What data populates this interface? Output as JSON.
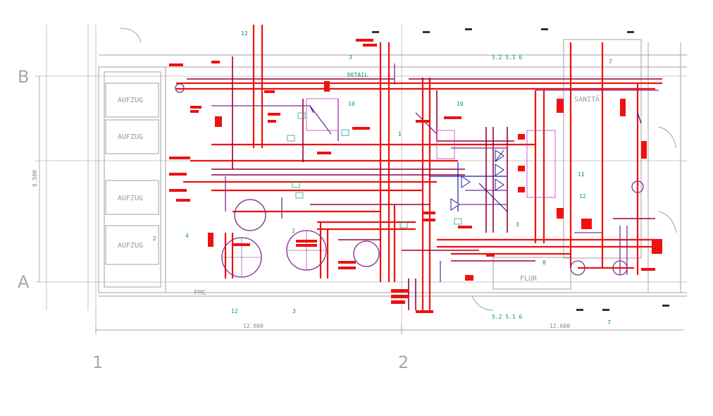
{
  "drawing": {
    "axes": {
      "row_b": "B",
      "row_a": "A",
      "col_1": "1",
      "col_2": "2"
    },
    "dimensions": {
      "span_left": "12.600",
      "span_right": "12.600",
      "vertical": "8.500"
    },
    "rooms": {
      "elevator_1": "AUFZUG",
      "elevator_2": "AUFZUG",
      "elevator_3": "AUFZUG",
      "elevator_4": "AUFZUG",
      "detail": "DETAIL",
      "sanitary": "SANITÄ",
      "corridor": "FLUR",
      "fmc": "FMC"
    },
    "tags": {
      "t1": "12",
      "t2": "3",
      "t3": "5.2  5.1  6",
      "t4": "7",
      "t5": "10",
      "t6": "10",
      "t7": "1",
      "t8": "2",
      "t9": "11",
      "t10": "12",
      "t11": "3",
      "t12": "12",
      "t13": "3",
      "t14": "5.2  5.1  6",
      "t15": "7",
      "t16": "2",
      "t17": "8",
      "t18": "4"
    },
    "colors": {
      "pipe_red": "#ee1111",
      "pipe_dark": "#990033",
      "pipe_violet": "#7b2d8e",
      "pipe_blue": "#1a1aa8",
      "wall_grey": "#a0a0a0",
      "tag_green": "#009966"
    }
  }
}
